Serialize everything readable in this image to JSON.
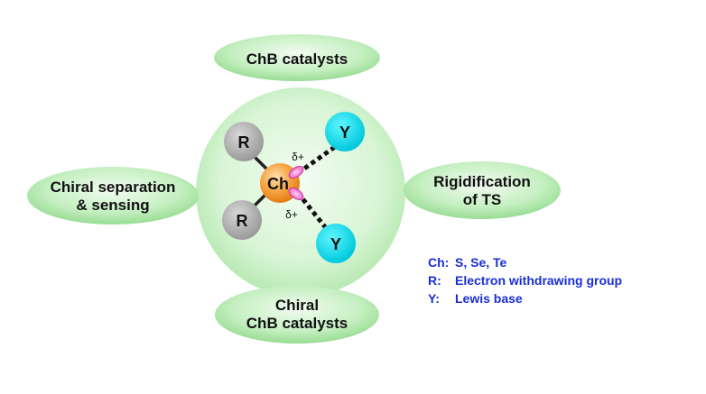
{
  "center": {
    "atom": "Ch",
    "delta_top": "δ+",
    "delta_bottom": "δ+"
  },
  "substituents": {
    "r_top": "R",
    "r_bottom": "R",
    "y_top": "Y",
    "y_bottom": "Y"
  },
  "ovals": {
    "top": "ChB catalysts",
    "left_line1": "Chiral separation",
    "left_line2": "& sensing",
    "right_line1": "Rigidification",
    "right_line2": "of TS",
    "bottom_line1": "Chiral",
    "bottom_line2": "ChB catalysts"
  },
  "legend": [
    {
      "key": "Ch:",
      "value": "S, Se, Te"
    },
    {
      "key": "R:",
      "value": "Electron withdrawing group"
    },
    {
      "key": "Y:",
      "value": "Lewis base"
    }
  ],
  "colors": {
    "oval_fill": "#b8ecb4",
    "big_circle": "#d6f5d4",
    "r_gray": "#b0b0b0",
    "y_cyan": "#00e5f5",
    "ch_orange": "#f49a3a",
    "sigma_pink": "#f06cc8",
    "legend_blue": "#1a2fd6"
  }
}
